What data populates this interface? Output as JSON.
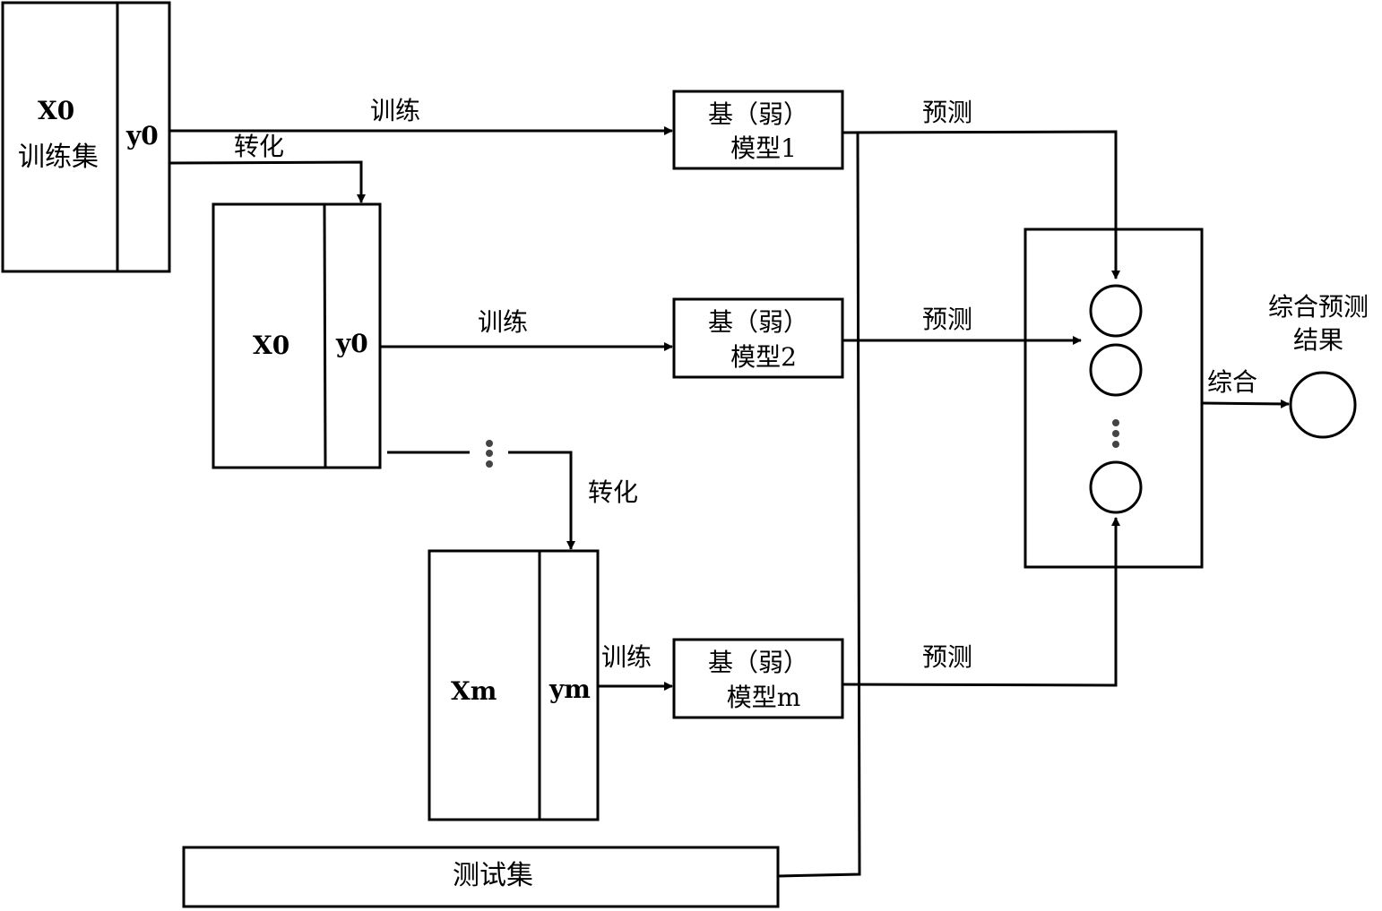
{
  "diagram": {
    "training_set": {
      "x_label": "X0",
      "title": "训练集",
      "y_label": "y0"
    },
    "transformed_set_1": {
      "x_label": "X0",
      "y_label": "y0"
    },
    "transformed_set_m": {
      "x_label": "Xm",
      "y_label": "ym"
    },
    "test_set": {
      "label": "测试集"
    },
    "models": [
      {
        "line1": "基（弱）",
        "line2": "模型1"
      },
      {
        "line1": "基（弱）",
        "line2": "模型2"
      },
      {
        "line1": "基（弱）",
        "line2": "模型m"
      }
    ],
    "edge_labels": {
      "train_1": "训练",
      "transform_1": "转化",
      "train_2": "训练",
      "transform_m": "转化",
      "train_m": "训练",
      "predict_1": "预测",
      "predict_2": "预测",
      "predict_m": "预测",
      "combine": "综合"
    },
    "result": {
      "line1": "综合预测",
      "line2": "结果"
    },
    "colors": {
      "stroke": "#000000",
      "dots": "#444444"
    }
  }
}
